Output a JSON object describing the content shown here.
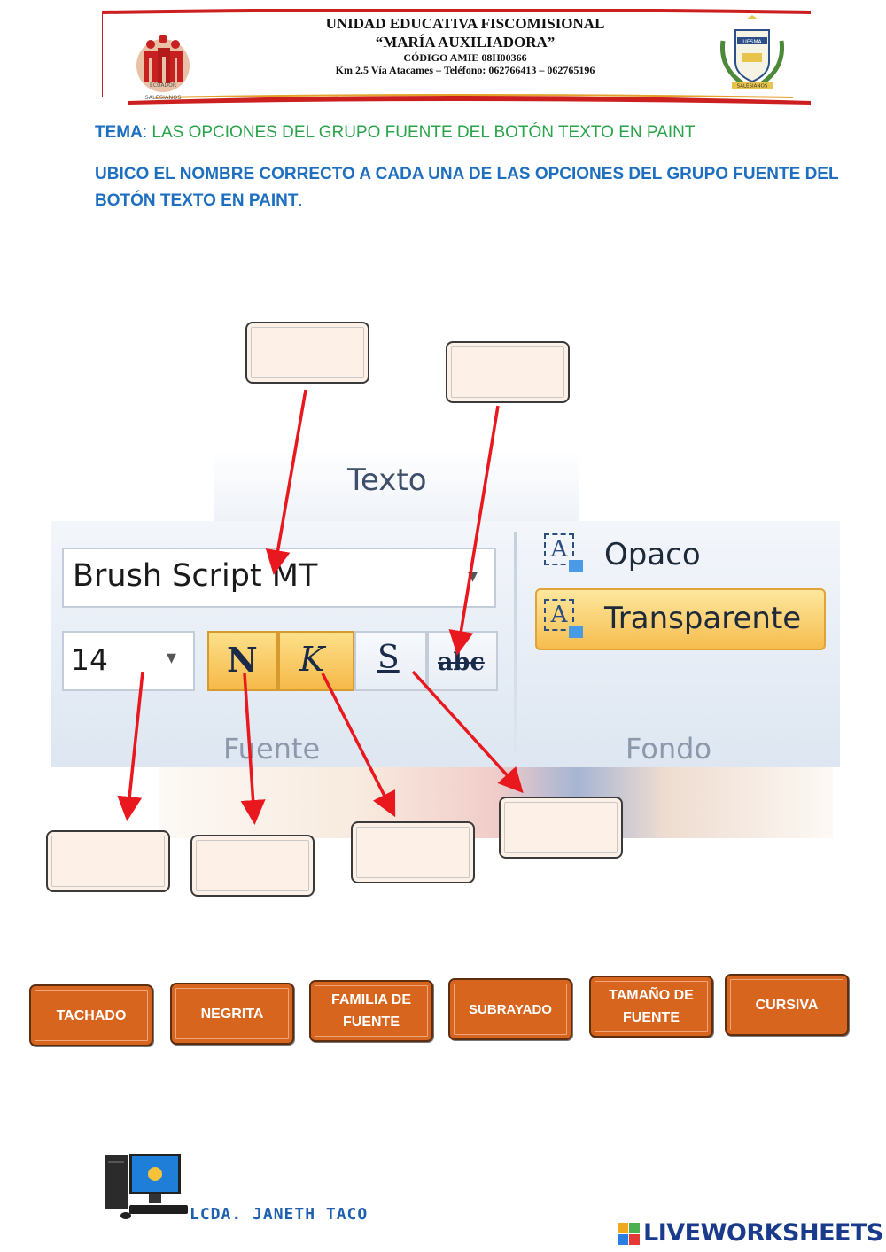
{
  "header": {
    "school_line1": "UNIDAD EDUCATIVA FISCOMISIONAL",
    "school_line2": "“MARÍA AUXILIADORA”",
    "school_line3": "CÓDIGO AMIE 08H00366",
    "school_line4": "Km 2.5 Vía Atacames – Teléfono: 062766413 – 062765196",
    "left_logo_text_top": "ECUADOR",
    "left_logo_text_bottom": "SALESIANOS",
    "right_logo_text": "SALESIANOS"
  },
  "tema": {
    "key": "TEMA",
    "sep": ": ",
    "value": "LAS OPCIONES DEL GRUPO FUENTE DEL BOTÓN TEXTO EN PAINT"
  },
  "instruction": {
    "text": "UBICO EL NOMBRE CORRECTO A CADA UNA DE LAS OPCIONES DEL GRUPO FUENTE DEL BOTÓN TEXTO EN PAINT",
    "end": "."
  },
  "ribbon": {
    "tab_title": "Texto",
    "font_family": "Brush Script MT",
    "font_size": "14",
    "bold_glyph": "N",
    "italic_glyph": "K",
    "underline_glyph": "S",
    "strike_glyph": "abc",
    "group_fuente": "Fuente",
    "group_fondo": "Fondo",
    "opt_opaque": "Opaco",
    "opt_transparent": "Transparente",
    "opt_icon_letter": "A"
  },
  "answers": [
    "TACHADO",
    "NEGRITA",
    "FAMILIA DE FUENTE",
    "SUBRAYADO",
    "TAMAÑO DE FUENTE",
    "CURSIVA"
  ],
  "footer": {
    "teacher": "LCDA. JANETH TACO",
    "brand": "LIVEWORKSHEETS"
  },
  "colors": {
    "heading_blue": "#1f6fc0",
    "tema_green": "#2aa44a",
    "answer_orange": "#d8651e",
    "arrow_red": "#e8181e",
    "header_red": "#cc1f1f"
  }
}
